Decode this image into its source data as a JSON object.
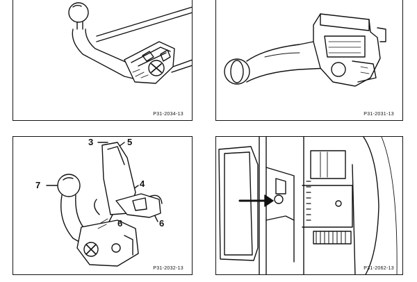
{
  "panels": [
    {
      "code": "P31-2034-13"
    },
    {
      "code": "P31-2031-13"
    },
    {
      "code": "P31-2032-13",
      "callouts": [
        "3",
        "5",
        "7",
        "4",
        "6",
        "6"
      ]
    },
    {
      "code": "P31-2062-13"
    }
  ],
  "colors": {
    "ink": "#111111",
    "paper": "#ffffff"
  }
}
